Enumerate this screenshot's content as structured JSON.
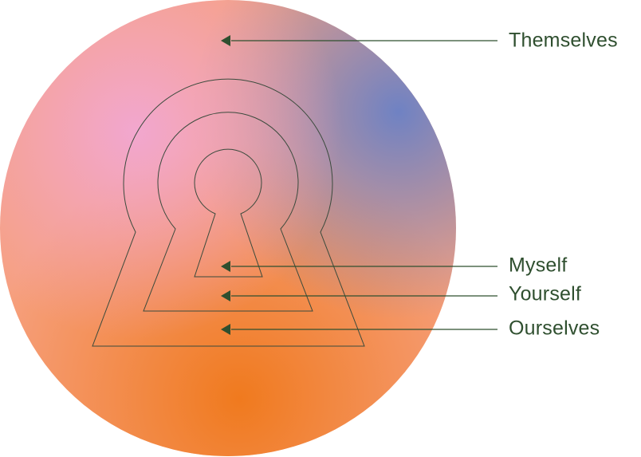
{
  "colors": {
    "outline": "#3a4a3c",
    "arrow": "#2f4f2f",
    "label": "#2f4f2f",
    "gradient_pink": "#f2a7cf",
    "gradient_blue": "#6f82c3",
    "gradient_orange": "#f07a1e",
    "gradient_salmon": "#f6a07f"
  },
  "labels": {
    "themselves": "Themselves",
    "myself": "Myself",
    "yourself": "Yourself",
    "ourselves": "Ourselves"
  },
  "icons": {
    "arrow_head": "left-arrow-icon",
    "shape": "keyhole-icon"
  }
}
